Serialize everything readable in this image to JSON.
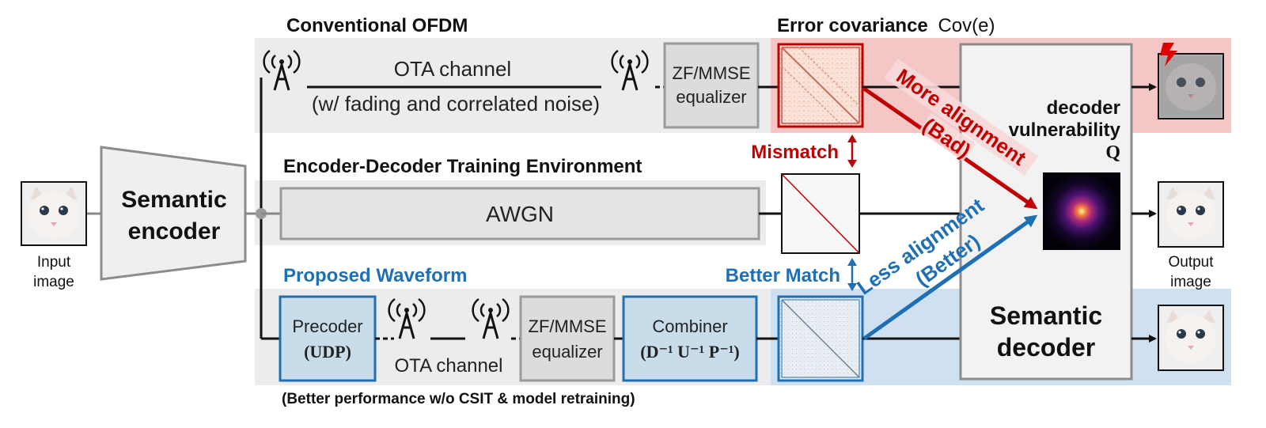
{
  "titles": {
    "conventional": "Conventional OFDM",
    "error_cov_prefix": "Error covariance",
    "error_cov_math": "Cov(e)",
    "training_env": "Encoder-Decoder Training Environment",
    "proposed": "Proposed Waveform",
    "footnote": "(Better performance w/o CSIT & model retraining)"
  },
  "input": {
    "caption_line1": "Input",
    "caption_line2": "image"
  },
  "output": {
    "caption_line1": "Output",
    "caption_line2": "image"
  },
  "encoder": {
    "line1": "Semantic",
    "line2": "encoder"
  },
  "decoder": {
    "line1": "Semantic",
    "line2": "decoder"
  },
  "ota_top": {
    "line1": "OTA channel",
    "line2": "(w/ fading and correlated noise)"
  },
  "eq_top": {
    "line1": "ZF/MMSE",
    "line2": "equalizer"
  },
  "awgn": "AWGN",
  "precoder": {
    "line1": "Precoder",
    "line2": "(UDP)"
  },
  "ota_bottom": "OTA channel",
  "eq_bottom": {
    "line1": "ZF/MMSE",
    "line2": "equalizer"
  },
  "combiner": {
    "line1": "Combiner",
    "math": "(D⁻¹ U⁻¹ P⁻¹)"
  },
  "mismatch": "Mismatch",
  "better_match": "Better Match",
  "more_alignment": "More alignment",
  "more_alignment_note": "(Bad)",
  "less_alignment": "Less alignment",
  "less_alignment_note": "(Better)",
  "vulnerability": {
    "line1": "decoder",
    "line2": "vulnerability",
    "symbol": "Q"
  },
  "colors": {
    "red": "#c00000",
    "blue": "#1f6fb5",
    "gray_band": "#ececec",
    "pink_band": "#f4c6c6",
    "lightblue_band": "#cfe0f0",
    "box_border": "#8c8c8c"
  },
  "icons": [
    "antenna-icon",
    "lightning-icon",
    "cat-image"
  ]
}
